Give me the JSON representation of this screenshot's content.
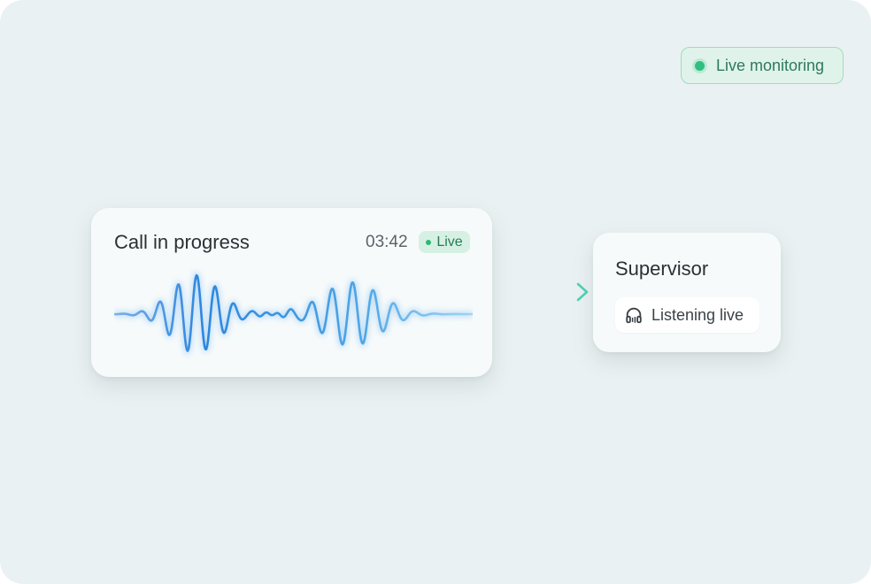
{
  "status_pill": {
    "label": "Live monitoring",
    "icon": "status-dot-icon",
    "color": "#2fbf7f"
  },
  "call_card": {
    "title": "Call in progress",
    "timer": "03:42",
    "badge": "Live",
    "waveform_icon": "audio-waveform-icon",
    "wave_color": "#3b8fe0"
  },
  "connector": {
    "icon": "arrow-right-icon",
    "color": "#4cd3c0"
  },
  "supervisor_card": {
    "title": "Supervisor",
    "status_label": "Listening live",
    "status_icon": "headphones-icon"
  }
}
